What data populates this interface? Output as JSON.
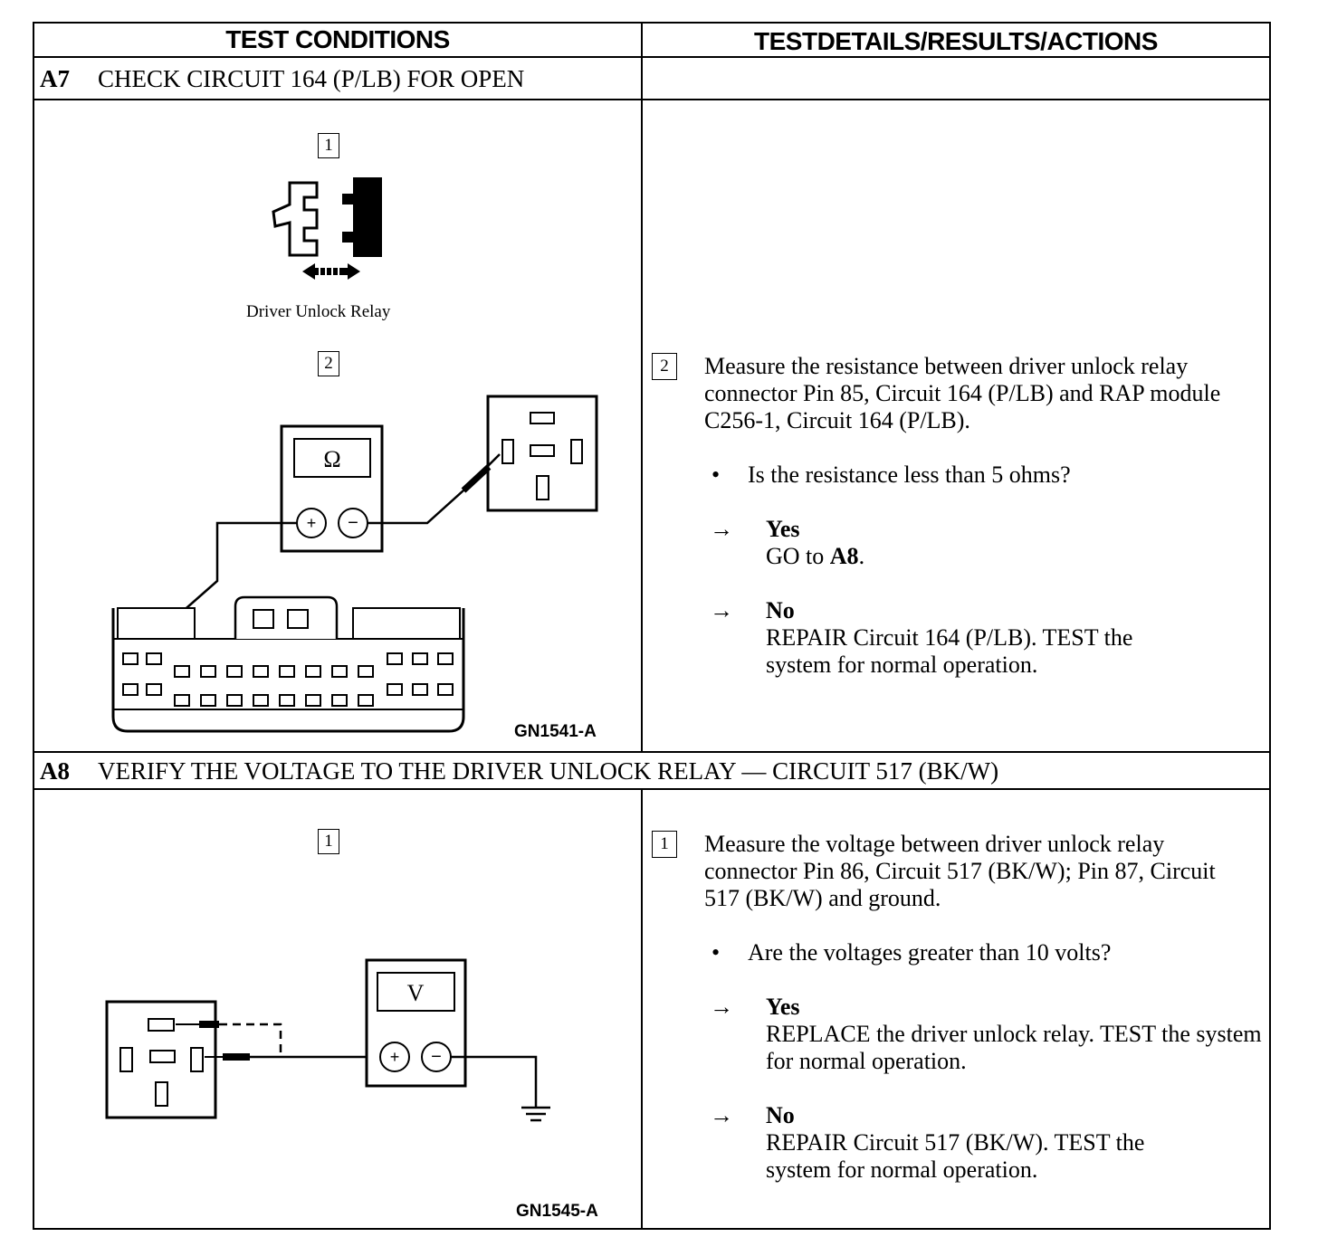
{
  "columns": {
    "conditions": "TEST CONDITIONS",
    "details": "TESTDETAILS/RESULTS/ACTIONS"
  },
  "steps": [
    {
      "id": "A7",
      "title": "CHECK CIRCUIT 164 (P/LB) FOR OPEN",
      "diagram": {
        "step_labels": [
          "1",
          "2"
        ],
        "caption": "Driver Unlock Relay",
        "meter_symbol": "Ω",
        "figure_id": "GN1541-A",
        "icons": [
          "relay-connector-icon",
          "double-arrow-icon",
          "ohmmeter-icon",
          "relay-socket-icon",
          "rap-module-connector-icon"
        ]
      },
      "detail": {
        "step_number": "2",
        "text": "Measure the resistance between driver unlock relay connector Pin 85, Circuit 164 (P/LB) and RAP module C256-1, Circuit 164 (P/LB).",
        "question": "Is the resistance less than 5 ohms?",
        "yes_label": "Yes",
        "yes_action": "GO to",
        "yes_ref": "A8",
        "yes_end": ".",
        "no_label": "No",
        "no_action": "REPAIR Circuit 164 (P/LB). TEST the system for normal operation."
      }
    },
    {
      "id": "A8",
      "title": "VERIFY THE VOLTAGE TO THE DRIVER UNLOCK RELAY — CIRCUIT 517 (BK/W)",
      "diagram": {
        "step_labels": [
          "1"
        ],
        "meter_symbol": "V",
        "figure_id": "GN1545-A",
        "icons": [
          "relay-socket-icon",
          "voltmeter-icon",
          "ground-icon"
        ]
      },
      "detail": {
        "step_number": "1",
        "text": "Measure the voltage between driver unlock relay connector Pin 86, Circuit 517 (BK/W); Pin 87, Circuit 517 (BK/W) and ground.",
        "question": "Are the voltages greater than 10 volts?",
        "yes_label": "Yes",
        "yes_action": "REPLACE the driver unlock relay. TEST the system for normal operation.",
        "no_label": "No",
        "no_action": "REPAIR Circuit 517 (BK/W). TEST the system for normal operation."
      }
    }
  ],
  "symbols": {
    "bullet": "•",
    "arrow": "→",
    "plus": "+",
    "minus": "−"
  }
}
